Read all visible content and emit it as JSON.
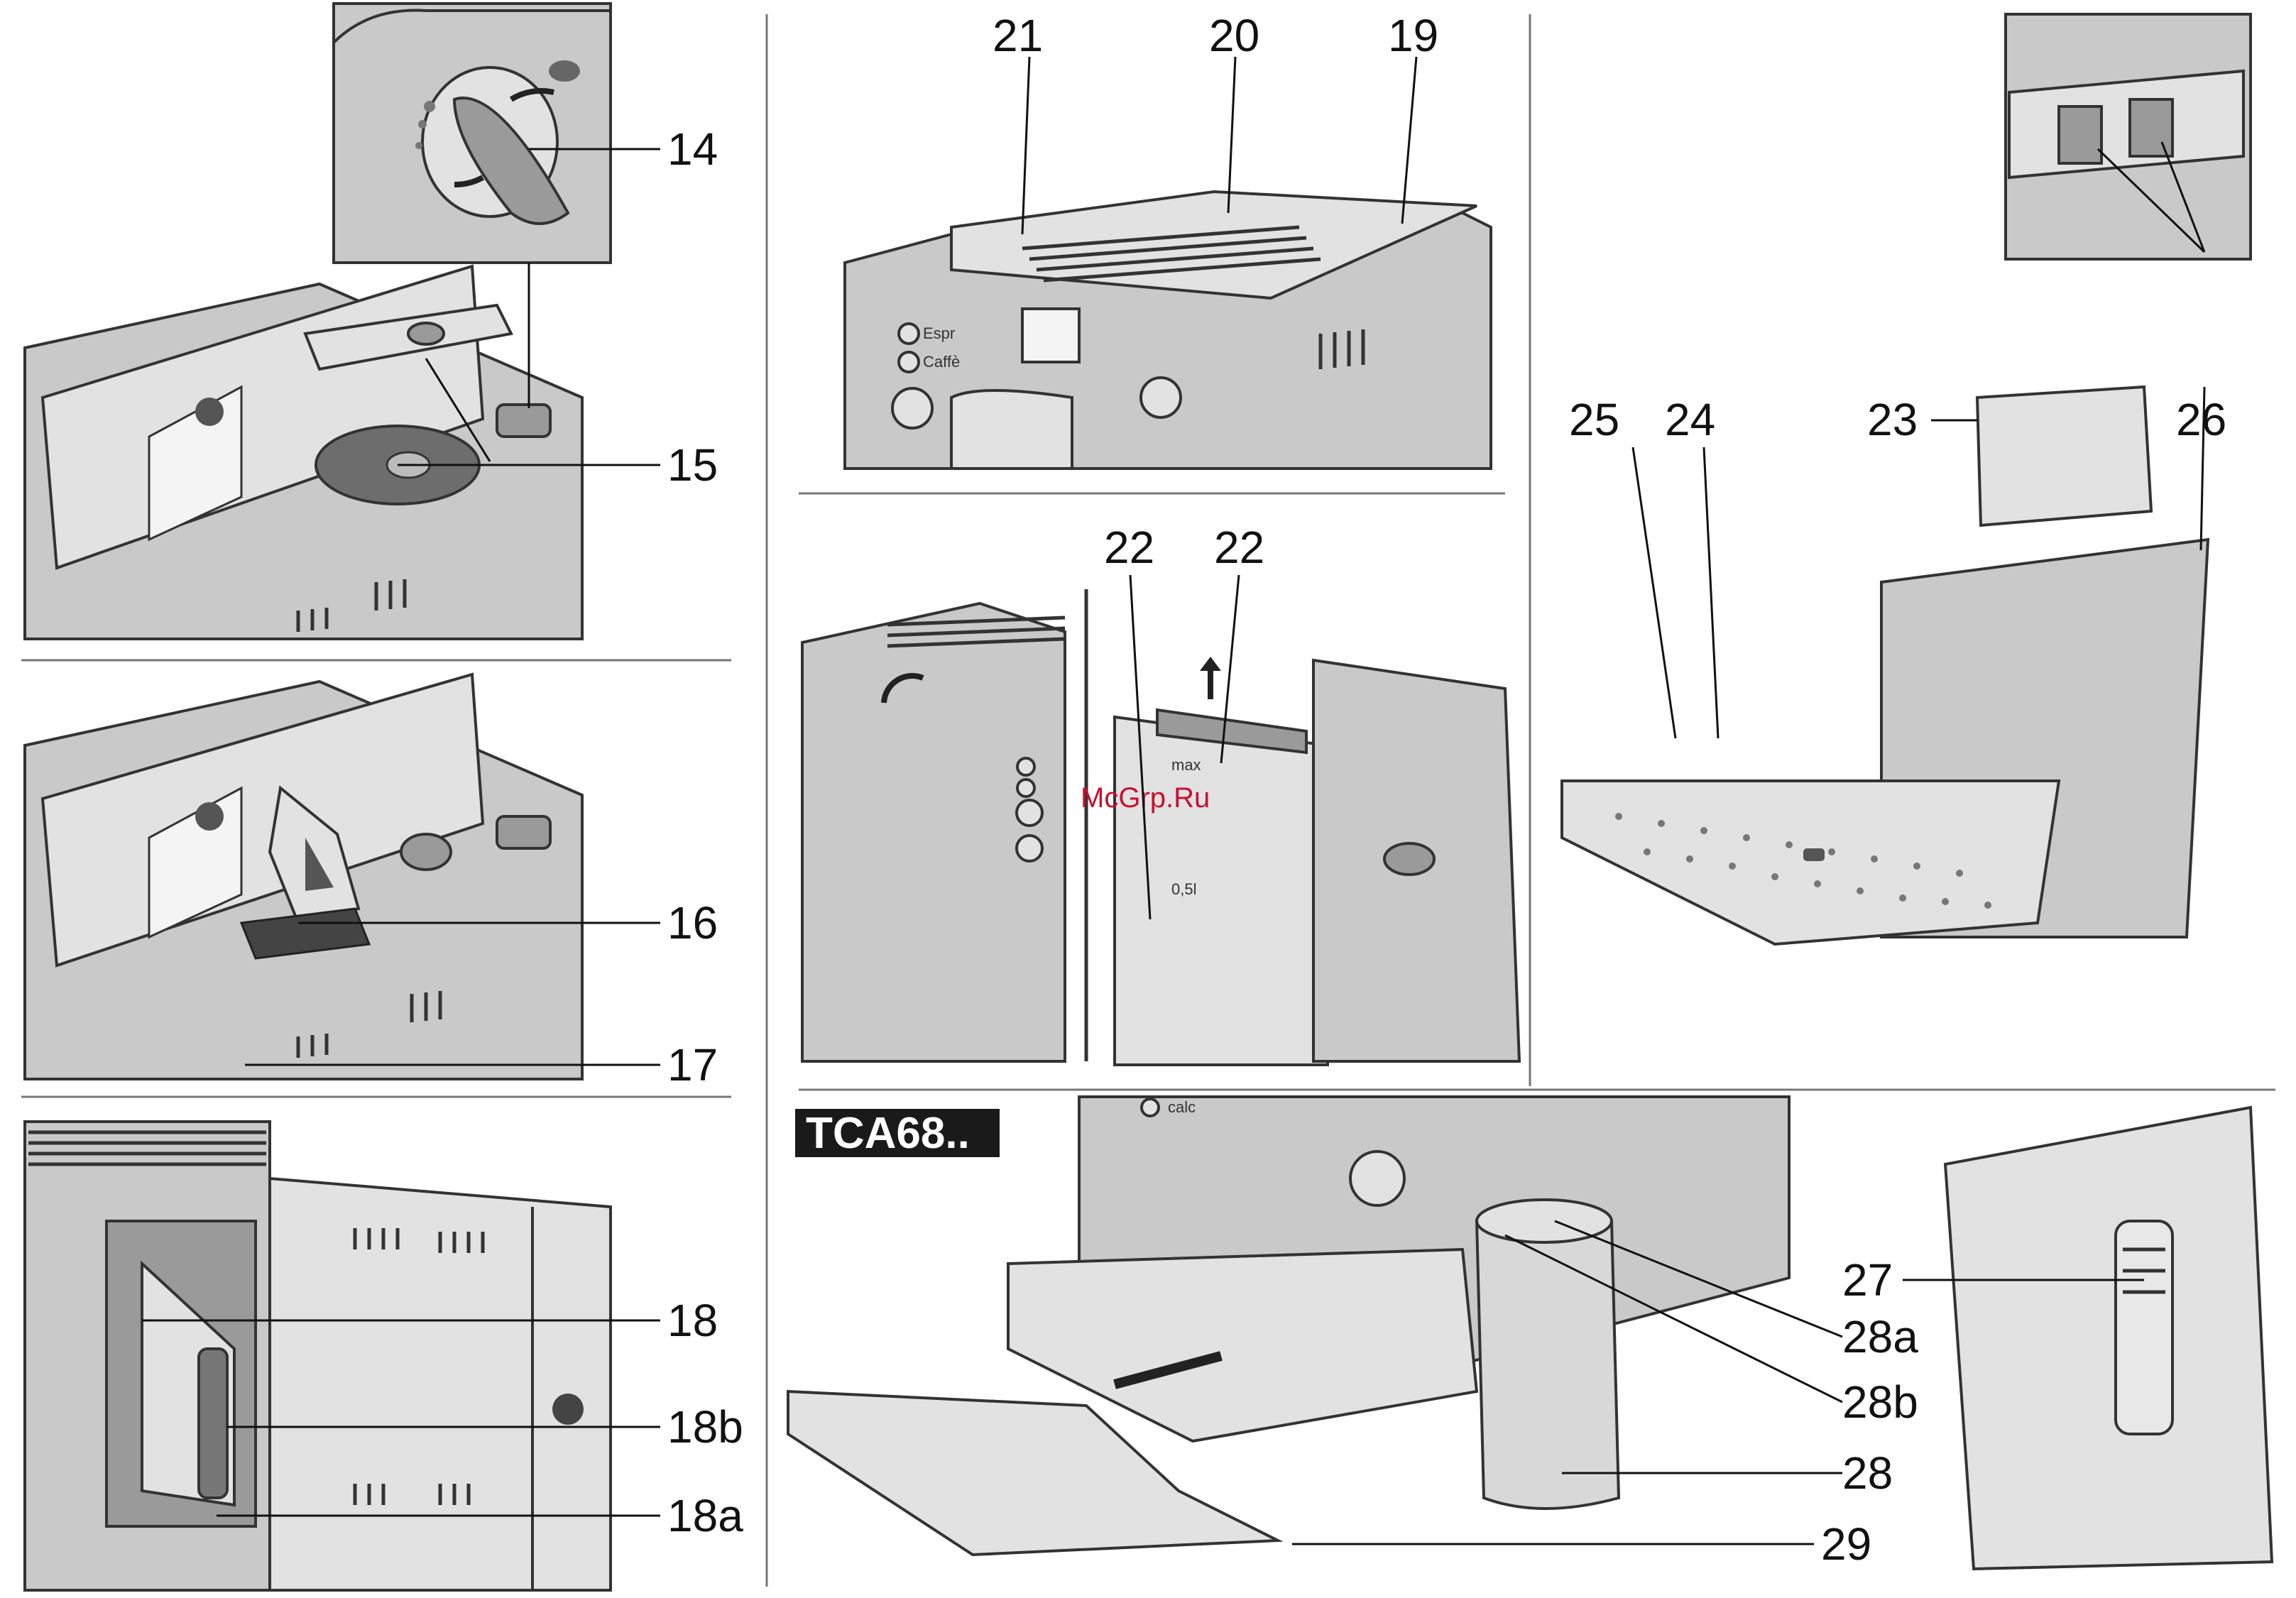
{
  "callouts": {
    "c14": "14",
    "c15": "15",
    "c16": "16",
    "c17": "17",
    "c18": "18",
    "c18b": "18b",
    "c18a": "18a",
    "c21": "21",
    "c20": "20",
    "c19": "19",
    "c22a": "22",
    "c22b": "22",
    "c25": "25",
    "c24": "24",
    "c23": "23",
    "c26": "26",
    "c27": "27",
    "c28a": "28a",
    "c28b": "28b",
    "c28": "28",
    "c29": "29"
  },
  "model_tag": "TCA68..",
  "watermark": "McGrp.Ru",
  "tank_labels": {
    "max": "max",
    "half": "0,5l"
  },
  "panel_labels": {
    "calc": "calc",
    "espr": "Espr",
    "caffe": "Caffè"
  },
  "colors": {
    "panel_fill": "#c9c9c9",
    "line": "#333333",
    "tag_bg": "#1a1a1a",
    "watermark": "#c8102e"
  }
}
